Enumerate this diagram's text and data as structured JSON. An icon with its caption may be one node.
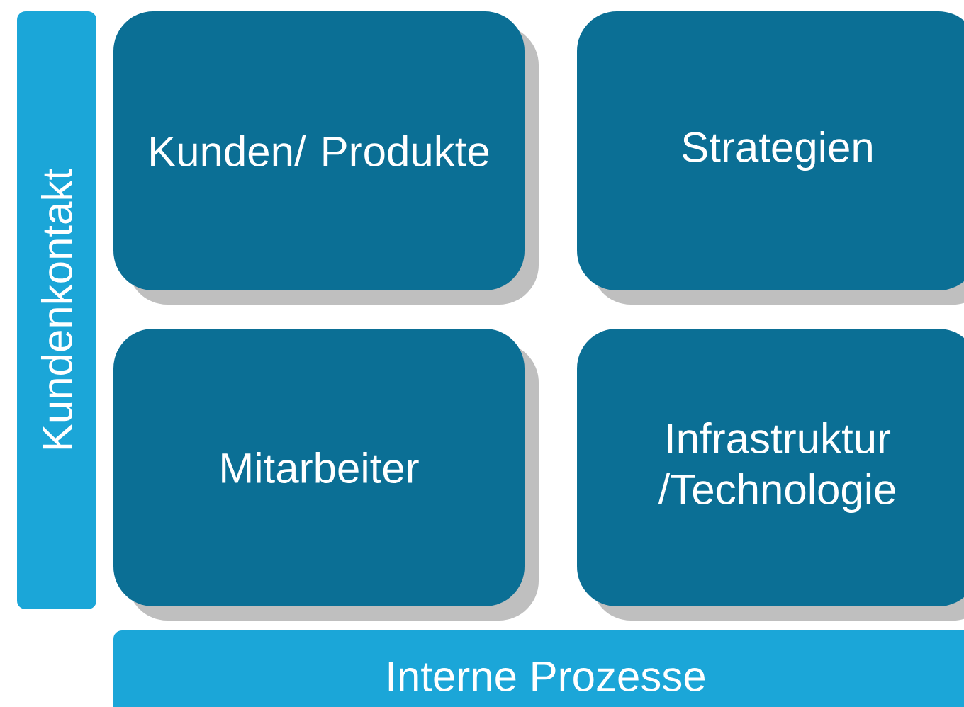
{
  "diagram": {
    "nodes": [
      {
        "text": [
          "Kundenkontakt"
        ]
      },
      {
        "text": [
          "Kunden/ Produkte"
        ]
      },
      {
        "text": [
          "Strategien"
        ]
      },
      {
        "text": [
          "Mitarbeiter"
        ]
      },
      {
        "text": [
          "Infrastruktur /Technologie"
        ]
      },
      {
        "text": [
          "Interne Prozesse"
        ]
      }
    ]
  }
}
